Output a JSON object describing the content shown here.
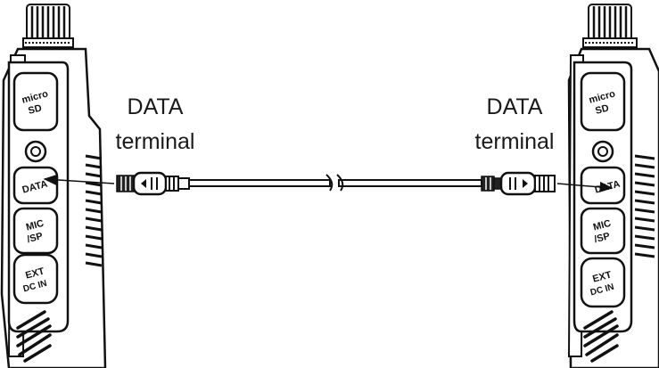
{
  "diagram": {
    "left_label": {
      "line1": "DATA",
      "line2": "terminal"
    },
    "right_label": {
      "line1": "DATA",
      "line2": "terminal"
    },
    "ports": {
      "micro_sd": {
        "line1": "micro",
        "line2": "SD"
      },
      "data": "DATA",
      "mic_sp": {
        "line1": "MIC",
        "line2": "/SP"
      },
      "ext_dc_in": {
        "line1": "EXT",
        "line2": "DC IN"
      }
    },
    "colors": {
      "line": "#111111",
      "fill": "#ffffff",
      "shade": "#222222"
    }
  }
}
